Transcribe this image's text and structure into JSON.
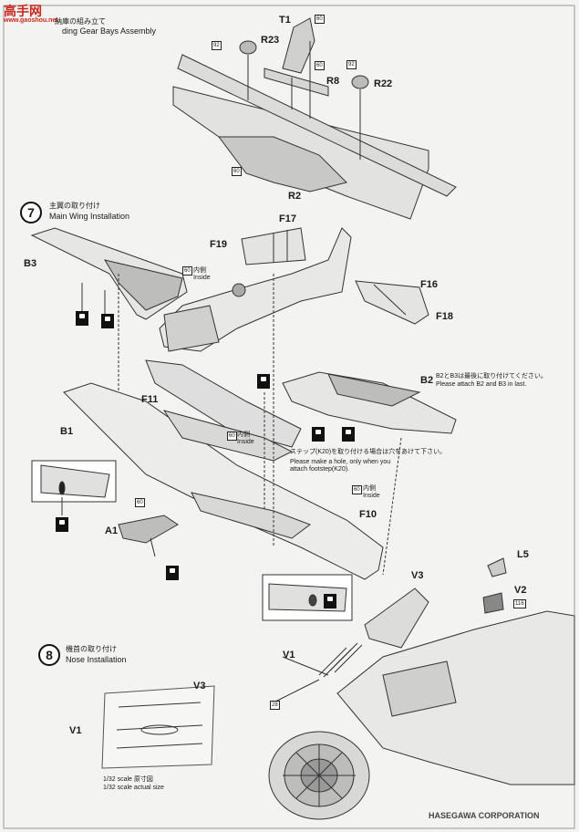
{
  "watermark": {
    "logo_text": "高手网",
    "site": "www.gaoshou.net"
  },
  "header": {
    "title_jp": "納庫の組み立て",
    "title_en": "ding Gear Bays Assembly"
  },
  "steps": [
    {
      "number": "7",
      "title_jp": "主翼の取り付け",
      "title_en": "Main Wing Installation"
    },
    {
      "number": "8",
      "title_jp": "機首の取り付け",
      "title_en": "Nose Installation"
    }
  ],
  "part_labels": {
    "t1": "T1",
    "r23": "R23",
    "r8": "R8",
    "r22": "R22",
    "r2": "R2",
    "f17": "F17",
    "f19": "F19",
    "b3": "B3",
    "f16": "F16",
    "f18": "F18",
    "b2": "B2",
    "f11": "F11",
    "b1": "B1",
    "a1": "A1",
    "f10": "F10",
    "l5": "L5",
    "v2": "V2",
    "v3": "V3",
    "v1": "V1",
    "v3_ref": "V3",
    "v1_ref": "V1"
  },
  "color_tags": {
    "c60_a": "60",
    "c92_a": "92",
    "c60_b": "60",
    "c92_b": "92",
    "c60_c": "60",
    "c60_d": "60",
    "c60_e": "60",
    "c60_f": "60",
    "c60_g": "60",
    "c116": "116",
    "c28": "28"
  },
  "notes": {
    "inside_a_jp": "内側",
    "inside_a_en": "Inside",
    "inside_b_jp": "内側",
    "inside_b_en": "Inside",
    "inside_c_jp": "内側",
    "inside_c_en": "Inside",
    "b2_b3_jp": "B2とB3は最後に取り付けてください。",
    "b2_b3_en": "Please attach B2 and B3 in last.",
    "step_jp": "ステップ(K20)を取り付ける場合は穴をあけて下さい。",
    "step_en1": "Please make a hole, only when you",
    "step_en2": "attach footstep(K20).",
    "scale_jp": "1/32 scale 原寸図",
    "scale_en": "1/32 scale actual size"
  },
  "footer": {
    "brand": "HASEGAWA CORPORATION"
  }
}
